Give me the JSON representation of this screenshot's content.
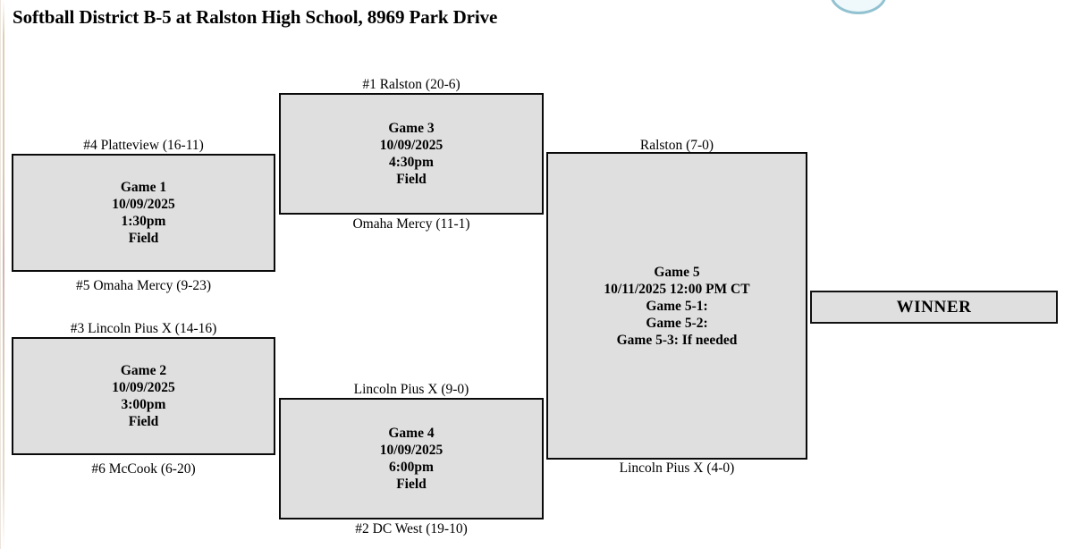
{
  "page": {
    "title": "Softball District B-5 at Ralston High School, 8969 Park Drive"
  },
  "bracket": {
    "games": [
      {
        "id": "game-1",
        "label": "Game 1\n10/09/2025\n1:30pm\nField",
        "top_slot": "#4 Platteview  (16-11)",
        "bottom_slot": "#5 Omaha Mercy  (9-23)"
      },
      {
        "id": "game-2",
        "label": "Game 2\n10/09/2025\n3:00pm\nField",
        "top_slot": "#3 Lincoln Pius X  (14-16)",
        "bottom_slot": "#6 McCook  (6-20)"
      },
      {
        "id": "game-3",
        "label": "Game 3\n10/09/2025\n4:30pm\nField",
        "top_slot": "#1 Ralston  (20-6)",
        "bottom_slot": "Omaha Mercy (11-1)"
      },
      {
        "id": "game-4",
        "label": "Game 4\n10/09/2025\n6:00pm\nField",
        "top_slot": "Lincoln Pius X (9-0)",
        "bottom_slot": "#2 DC West  (19-10)"
      },
      {
        "id": "game-5",
        "label": "Game 5\n10/11/2025 12:00 PM CT\nGame 5-1:\nGame 5-2:\nGame 5-3: If needed",
        "top_slot": "Ralston (7-0)",
        "bottom_slot": "Lincoln Pius X (4-0)"
      }
    ],
    "winner": {
      "label": "WINNER"
    }
  },
  "colors": {
    "box_fill": "#dfdfdf",
    "box_border": "#0a0a0a",
    "page_background": "#ffffff",
    "text": "#000000"
  }
}
